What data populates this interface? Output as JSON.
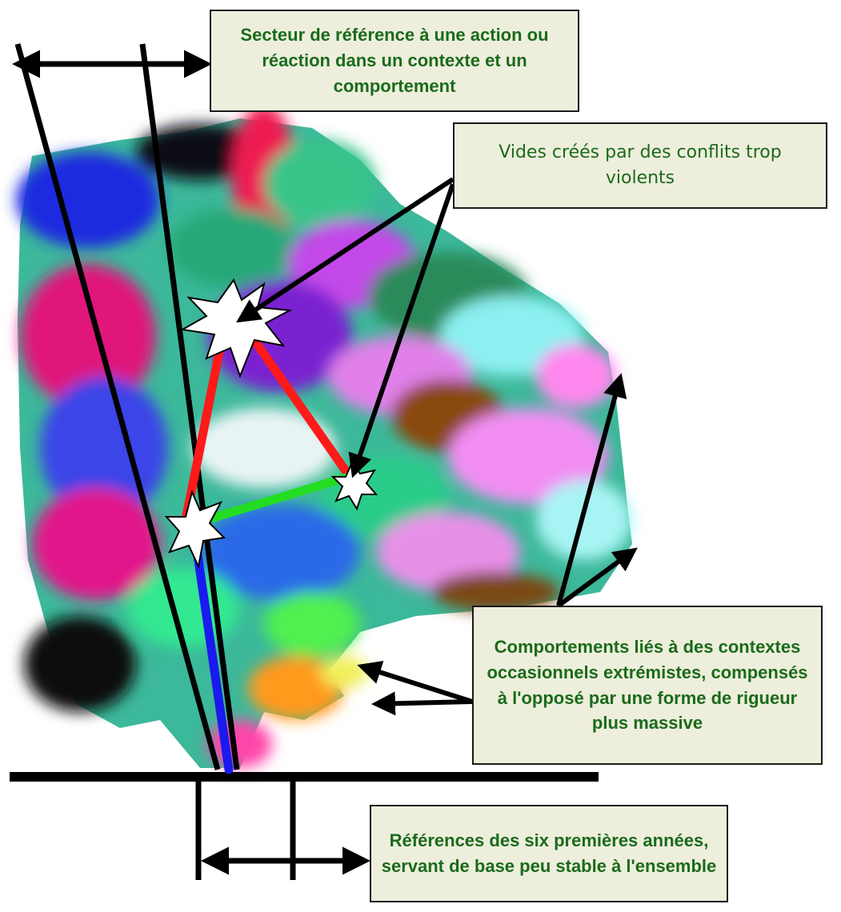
{
  "callouts": {
    "reference_sector": "Secteur de référence à une action ou réaction dans un contexte et un comportement",
    "conflict_voids": "Vides créés par des conflits trop violents",
    "extremist_behaviors": "Comportements liés à des contextes occasionnels extrémistes, compensés à l'opposé par une forme de rigueur plus massive",
    "early_references": "Références des six premières années, servant de base peu stable à l'ensemble"
  },
  "colors": {
    "callout_bg": "#eeeedd",
    "callout_text": "#1a6b1a",
    "outline": "#000000",
    "link_red": "#ff1a1a",
    "link_green": "#22dd22",
    "link_blue": "#1a1aee"
  }
}
